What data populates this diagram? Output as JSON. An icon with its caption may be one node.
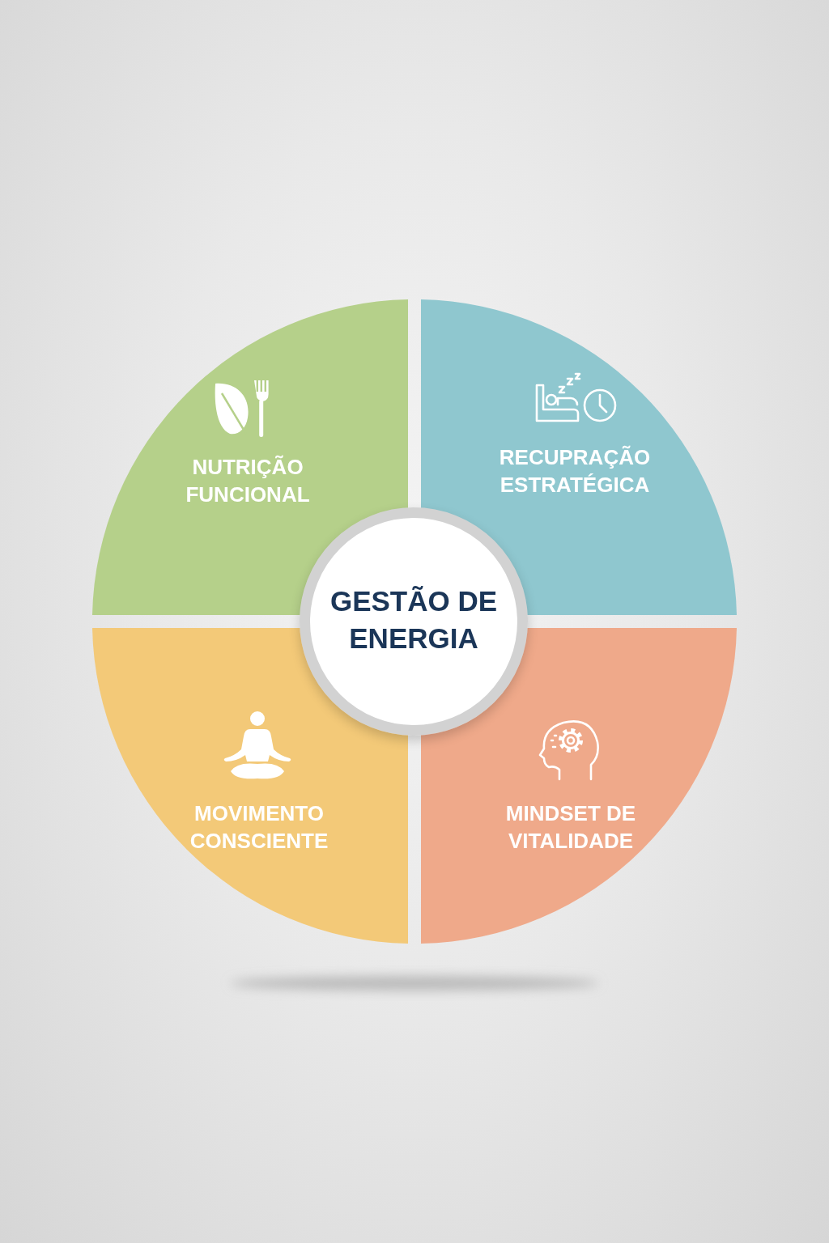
{
  "diagram": {
    "nodes": [
      {
        "text": [
          "NUTRIÇÃO FUNCIONAL"
        ]
      },
      {
        "text": [
          "RECUPRAÇÃO ESTRATÉGICA"
        ]
      },
      {
        "text": [
          "GESTÃO DE ENERGIA"
        ]
      },
      {
        "text": [
          "MOVIMENTO CONSCIENTE"
        ]
      },
      {
        "text": [
          "MINDSET DE VITALIDADE"
        ]
      }
    ]
  }
}
